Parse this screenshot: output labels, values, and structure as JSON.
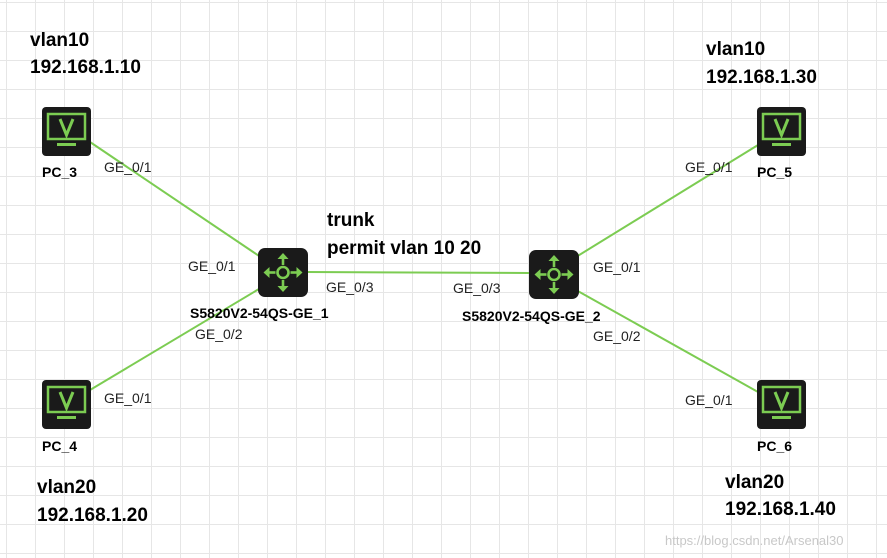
{
  "nodes": {
    "pc3": {
      "name": "PC_3",
      "vlan": "vlan10",
      "ip": "192.168.1.10",
      "port": "GE_0/1"
    },
    "pc4": {
      "name": "PC_4",
      "vlan": "vlan20",
      "ip": "192.168.1.20",
      "port": "GE_0/1"
    },
    "pc5": {
      "name": "PC_5",
      "vlan": "vlan10",
      "ip": "192.168.1.30",
      "port": "GE_0/1"
    },
    "pc6": {
      "name": "PC_6",
      "vlan": "vlan20",
      "ip": "192.168.1.40",
      "port": "GE_0/1"
    },
    "sw1": {
      "name": "S5820V2-54QS-GE_1",
      "port_a": "GE_0/1",
      "port_b": "GE_0/2",
      "port_c": "GE_0/3"
    },
    "sw2": {
      "name": "S5820V2-54QS-GE_2",
      "port_a": "GE_0/1",
      "port_b": "GE_0/2",
      "port_c": "GE_0/3"
    }
  },
  "trunk": {
    "line1": "trunk",
    "line2": "permit vlan 10 20"
  },
  "watermark": "https://blog.csdn.net/Arsenal30",
  "colors": {
    "link": "#7ccc52",
    "device_bg": "#1a1a1a",
    "device_accent": "#7ccc52"
  },
  "icons": {
    "pc": "monitor-icon",
    "switch": "layer3-switch-icon"
  }
}
